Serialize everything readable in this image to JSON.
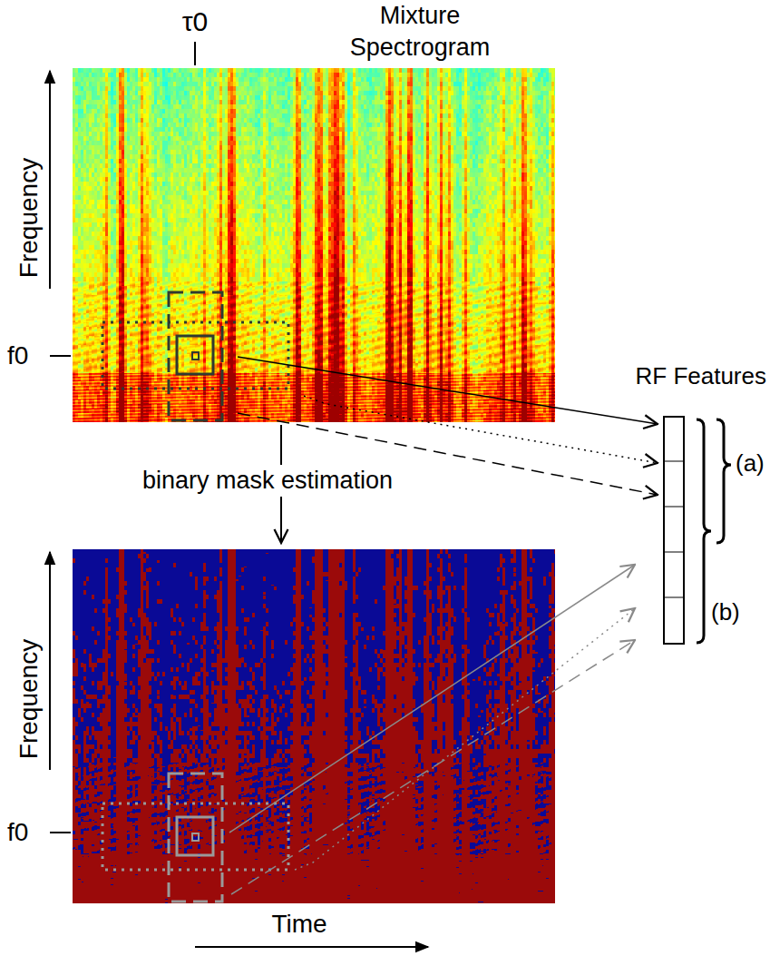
{
  "diagram": {
    "nodes": [
      {
        "text": [
          "Mixture Spectrogram"
        ]
      },
      {
        "text": [
          "RF Features"
        ]
      }
    ],
    "edges": [
      {
        "from": 0,
        "to": 1,
        "arrow": "to"
      },
      {
        "from": 0,
        "to": 1,
        "arrow": "to"
      },
      {
        "from": 0,
        "to": 1,
        "arrow": "to"
      }
    ],
    "labels": [
      "τ0",
      "Frequency",
      "f0",
      "binary mask estimation",
      "Frequency",
      "f0",
      "Time",
      "(a)",
      "(b)"
    ]
  }
}
